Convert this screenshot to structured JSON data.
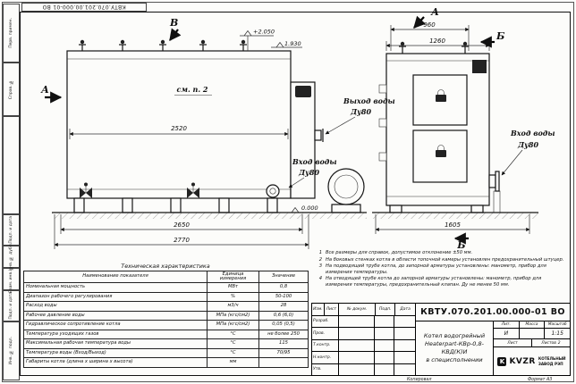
{
  "frame": {
    "top_doc_number": "КВТУ.070.201.00.000-01 ВО",
    "side_labels": [
      "Перв. примен.",
      "Справ. №",
      "Подп. и дата",
      "Инв. № дубл.",
      "Взам. инв. №",
      "Подп. и дата",
      "Инв. № подл."
    ],
    "copied_label": "Копировал",
    "format_label": "Формат А3"
  },
  "drawing": {
    "view_b": "В",
    "view_a_left": "А",
    "view_a_top": "А",
    "section_b_top": "Б",
    "section_b_bottom": "Б",
    "see_note": "см. п. 2",
    "outlet_label": "Выход воды",
    "outlet_dn": "Ду80",
    "inlet_label_left": "Вход воды",
    "inlet_dn_left": "Ду80",
    "inlet_label_right": "Вход воды",
    "inlet_dn_right": "Ду80",
    "dims": {
      "body_length": "2520",
      "length_mid": "2650",
      "length_total": "2770",
      "width_top": "960",
      "width_mid": "1260",
      "width_total": "1605",
      "elev_top": "+2.050",
      "elev_mid": "1.930",
      "elev_zero": "0.000"
    }
  },
  "tech_table": {
    "title": "Техническая характеристика",
    "headers": [
      "Наименование показателя",
      "Единица измерения",
      "Значение"
    ],
    "rows": [
      [
        "Номинальная мощность",
        "МВт",
        "0,8"
      ],
      [
        "Диапазон рабочего регулирования",
        "%",
        "50-100"
      ],
      [
        "Расход воды",
        "м3/ч",
        "28"
      ],
      [
        "Рабочее давление воды",
        "МПа (кгс/см2)",
        "0,6 (6,0)"
      ],
      [
        "Гидравлическое сопротивление котла",
        "МПа (кгс/см2)",
        "0,05 (0,5)"
      ],
      [
        "Температура уходящих газов",
        "°С",
        "не более 250"
      ],
      [
        "Максимальная рабочая температура воды",
        "°С",
        "115"
      ],
      [
        "Температура воды (Вход/Выход)",
        "°С",
        "70/95"
      ],
      [
        "Габариты котла (длина х ширина х высота)",
        "мм",
        ""
      ]
    ]
  },
  "notes": {
    "items": [
      {
        "num": "1",
        "text": "Все размеры для справок, допустимое отклонение ±50 мм."
      },
      {
        "num": "2",
        "text": "На боковых стенках котла в области топочной камеры установлен предохранительный штуцер."
      },
      {
        "num": "3",
        "text": "На подводящей трубе котла, до запорной арматуры установлены: манометр, прибор для измерения температуры."
      },
      {
        "num": "4",
        "text": "На отводящей трубе котла до запорной арматуры установлены: манометр, прибор для измерения температуры, предохранительный клапан. Ду не менее 50 мм."
      }
    ]
  },
  "title_block": {
    "doc_number": "КВТУ.070.201.00.000-01 ВО",
    "product_line1": "Котел водогрейный",
    "product_line2": "Heaterpart-КВр-0,8-КВД(К)И",
    "product_line3": "в специсполнении",
    "header_cells": [
      "Изм.",
      "Лист",
      "№ докум.",
      "Подп.",
      "Дата"
    ],
    "roles": [
      "Разраб.",
      "Пров.",
      "Т.контр.",
      "Н.контр.",
      "Утв."
    ],
    "lit_label": "Лит.",
    "lit_value": "И",
    "mass_label": "Масса",
    "scale_label": "Масштаб",
    "scale_value": "1:15",
    "sheet_label": "Лист",
    "sheets_label": "Листов",
    "sheets_value": "2",
    "logo_text": "KVZR",
    "company_line1": "КОТЕЛЬНЫЙ",
    "company_line2": "ЗАВОД РЭП"
  }
}
